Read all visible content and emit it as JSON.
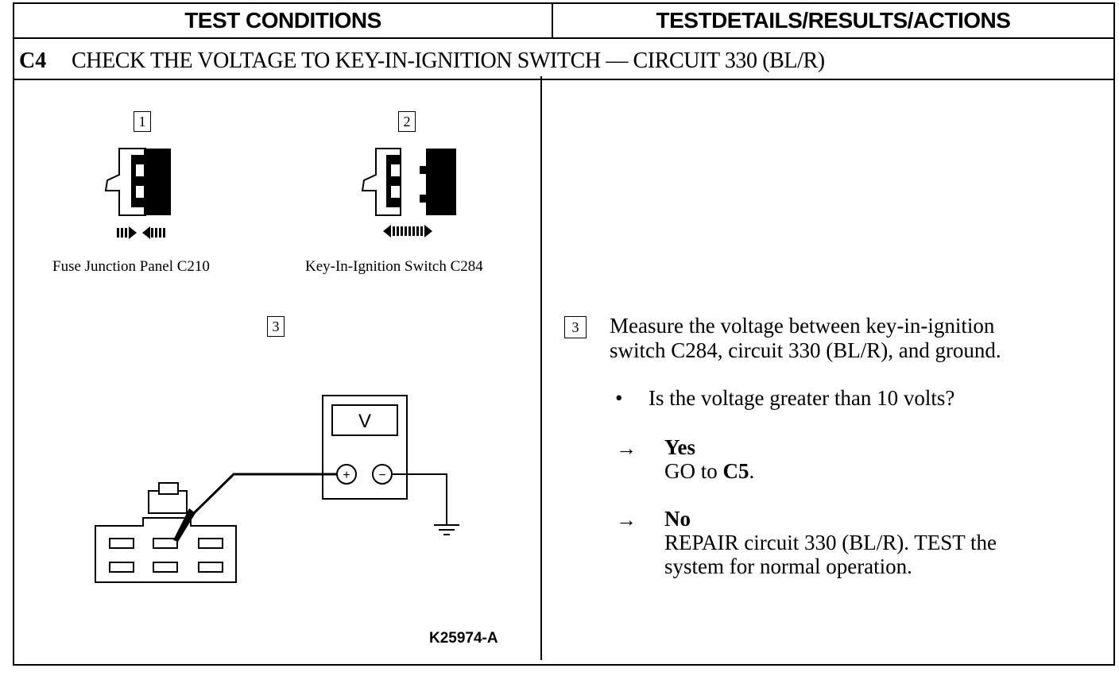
{
  "header": {
    "left": "TEST CONDITIONS",
    "right": "TESTDETAILS/RESULTS/ACTIONS"
  },
  "step": {
    "id": "C4",
    "title": "CHECK THE VOLTAGE TO KEY-IN-IGNITION SWITCH — CIRCUIT 330 (BL/R)"
  },
  "illustration": {
    "figure1": {
      "number": "1",
      "caption": "Fuse Junction Panel C210"
    },
    "figure2": {
      "number": "2",
      "caption": "Key-In-Ignition Switch C284"
    },
    "figure3": {
      "number": "3",
      "meter_label": "V",
      "plus": "+",
      "minus": "−"
    },
    "reference": "K25974-A"
  },
  "details": {
    "number": "3",
    "instruction_line1": "Measure the voltage between key-in-ignition",
    "instruction_line2": "switch C284, circuit 330 (BL/R), and ground.",
    "bullet": "•",
    "question": "Is the voltage greater than 10 volts?",
    "arrow": "→",
    "yes_label": "Yes",
    "yes_action_prefix": "GO to ",
    "yes_action_target": "C5",
    "yes_action_suffix": ".",
    "no_label": "No",
    "no_action_line1": "REPAIR circuit 330 (BL/R). TEST the",
    "no_action_line2": "system for normal operation."
  }
}
